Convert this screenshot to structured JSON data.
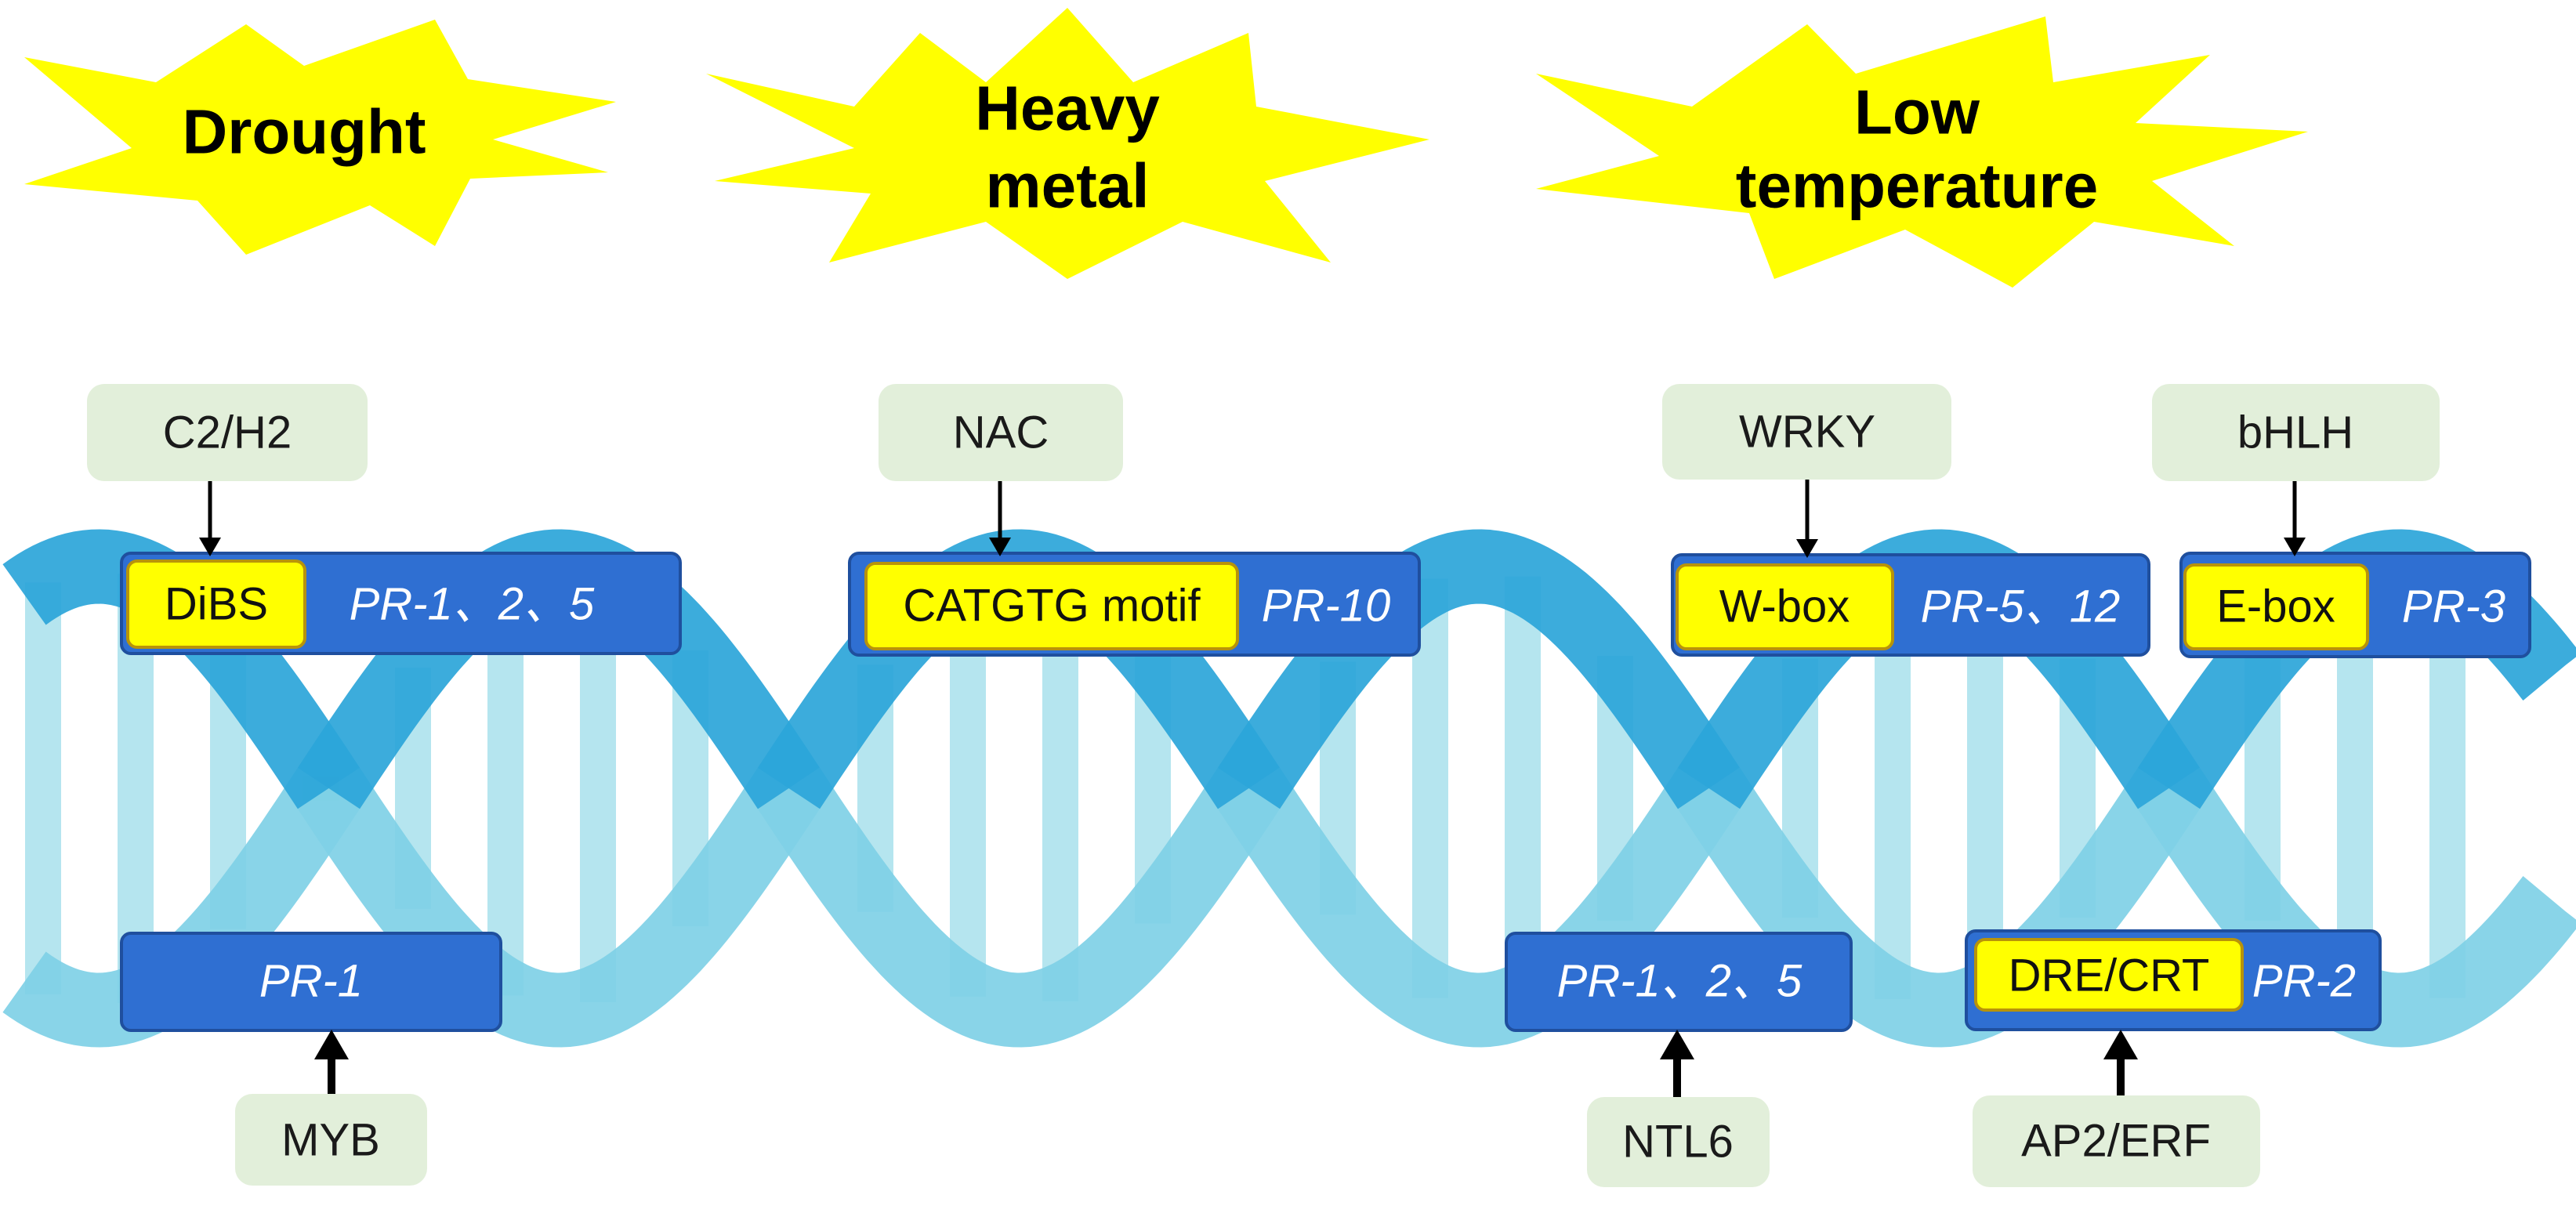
{
  "stresses": [
    {
      "lines": [
        "Drought"
      ]
    },
    {
      "lines": [
        "Heavy",
        "metal"
      ]
    },
    {
      "lines": [
        "Low",
        "temperature"
      ]
    }
  ],
  "regulations": [
    {
      "factor": "C2/H2",
      "cis_element": "DiBS",
      "genes": "PR-1、2、5"
    },
    {
      "factor": "MYB",
      "genes": "PR-1"
    },
    {
      "factor": "NAC",
      "cis_element": "CATGTG motif",
      "genes": "PR-10"
    },
    {
      "factor": "WRKY",
      "cis_element": "W-box",
      "genes": "PR-5、12"
    },
    {
      "factor": "bHLH",
      "cis_element": "E-box",
      "genes": "PR-3"
    },
    {
      "factor": "NTL6",
      "genes": "PR-1、2、5"
    },
    {
      "factor": "AP2/ERF",
      "cis_element": "DRE/CRT",
      "genes": "PR-2"
    }
  ],
  "colors": {
    "stress_star": "#ffff00",
    "factor_box": "#e2efda",
    "promoter_box": "#2f6fd2",
    "promoter_border": "#1f4f9e",
    "cis_element_box": "#ffff00",
    "cis_element_border": "#b8930a",
    "helix_front": "#2ba5d9",
    "helix_back": "#7fd0e6",
    "helix_rung": "#a8e0ec",
    "arrow": "#000000"
  }
}
